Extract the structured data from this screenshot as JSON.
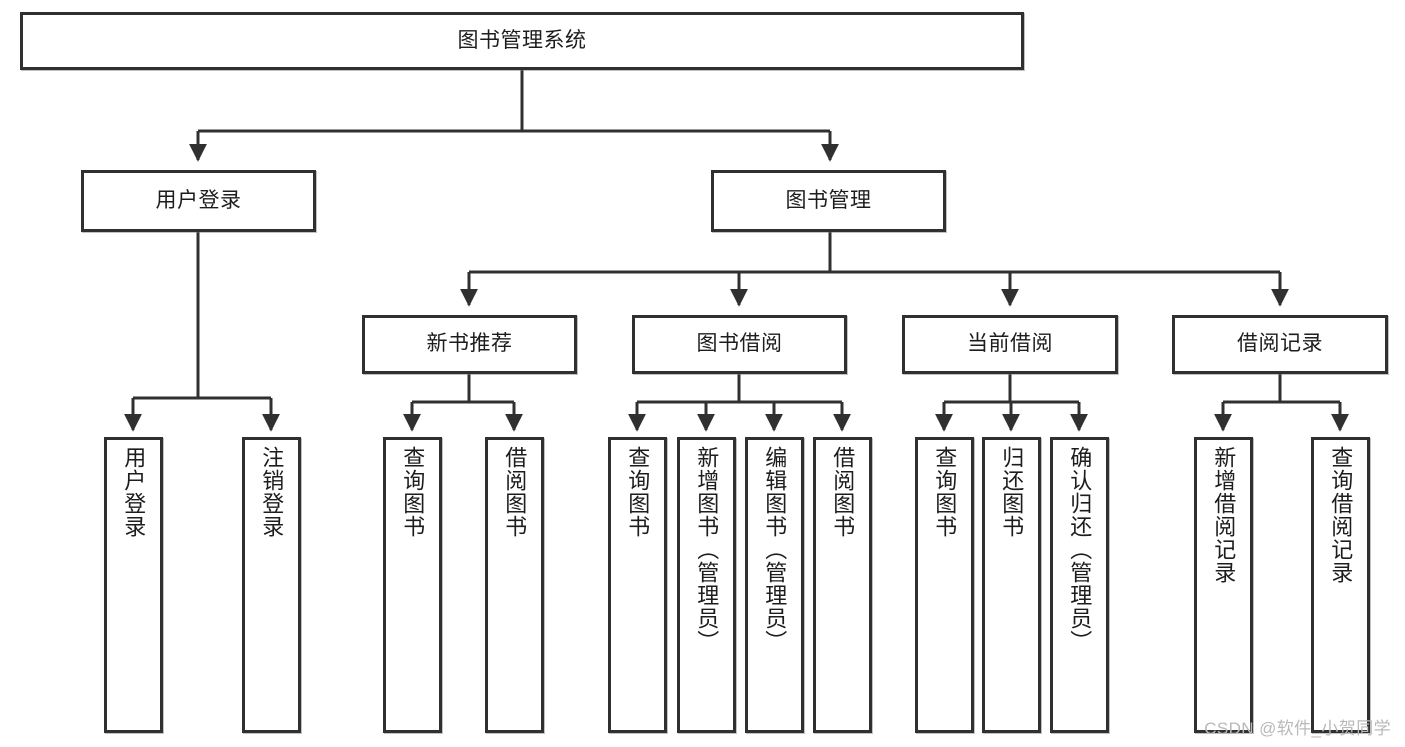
{
  "diagram": {
    "type": "tree",
    "title": "图书管理系统",
    "watermark": "CSDN @软件_小贺同学",
    "colors": {
      "border": "#303030",
      "text": "#1d1d1d",
      "background": "#ffffff",
      "edge": "#303030",
      "watermark": "#b9b9b9"
    },
    "nodes": {
      "root": {
        "label": "图书管理系统"
      },
      "level2": [
        {
          "label": "用户登录"
        },
        {
          "label": "图书管理"
        }
      ],
      "level3": [
        {
          "label": "新书推荐"
        },
        {
          "label": "图书借阅"
        },
        {
          "label": "当前借阅"
        },
        {
          "label": "借阅记录"
        }
      ],
      "leaves_user_login": [
        {
          "label": "用户登录"
        },
        {
          "label": "注销登录"
        }
      ],
      "leaves_new_book": [
        {
          "label": "查询图书"
        },
        {
          "label": "借阅图书"
        }
      ],
      "leaves_borrow": [
        {
          "label": "查询图书"
        },
        {
          "label": "新增图书（管理员）"
        },
        {
          "label": "编辑图书（管理员）"
        },
        {
          "label": "借阅图书"
        }
      ],
      "leaves_current": [
        {
          "label": "查询图书"
        },
        {
          "label": "归还图书"
        },
        {
          "label": "确认归还（管理员）"
        }
      ],
      "leaves_record": [
        {
          "label": "新增借阅记录"
        },
        {
          "label": "查询借阅记录"
        }
      ]
    }
  }
}
